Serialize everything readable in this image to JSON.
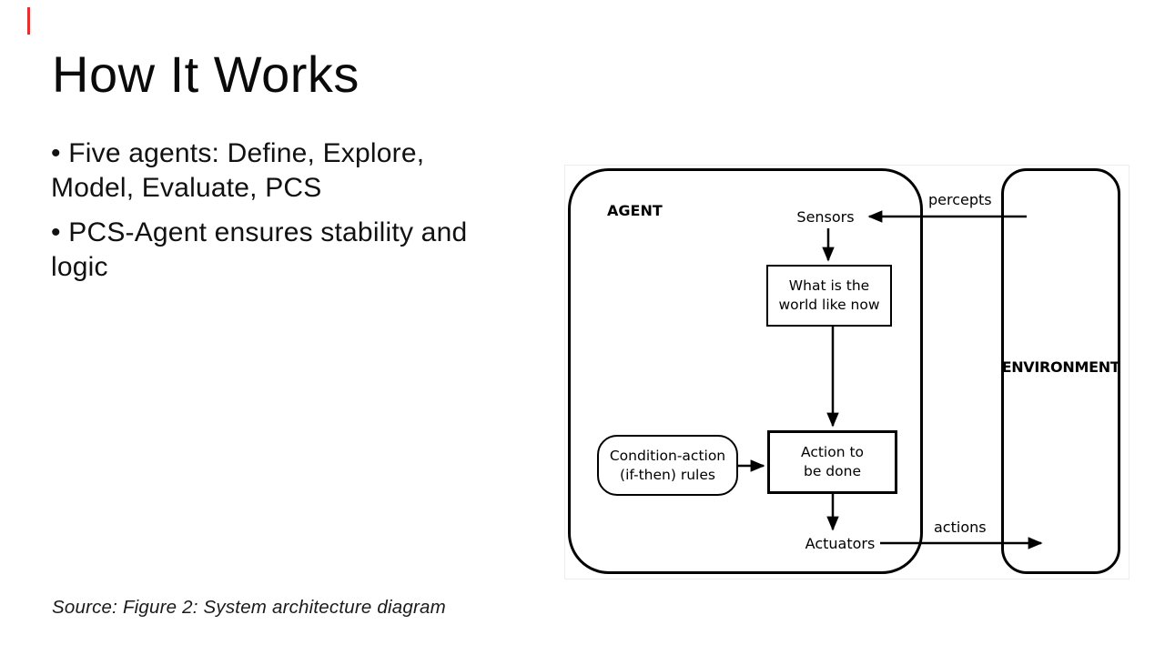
{
  "slide": {
    "accent_color": "#e63030",
    "title": "How It Works",
    "bullets": [
      "• Five agents: Define, Explore,\nModel, Evaluate, PCS",
      "• PCS-Agent ensures stability and\nlogic"
    ],
    "source": "Source: Figure 2: System architecture diagram"
  },
  "diagram": {
    "agent_label": "AGENT",
    "environment_label": "ENVIRONMENT",
    "sensors_label": "Sensors",
    "percepts_label": "percepts",
    "state_box_text": "What is the\nworld like now",
    "rules_box_text": "Condition-action\n(if-then) rules",
    "action_box_text": "Action to\nbe done",
    "actuators_label": "Actuators",
    "actions_label": "actions",
    "line_color": "#000000"
  }
}
